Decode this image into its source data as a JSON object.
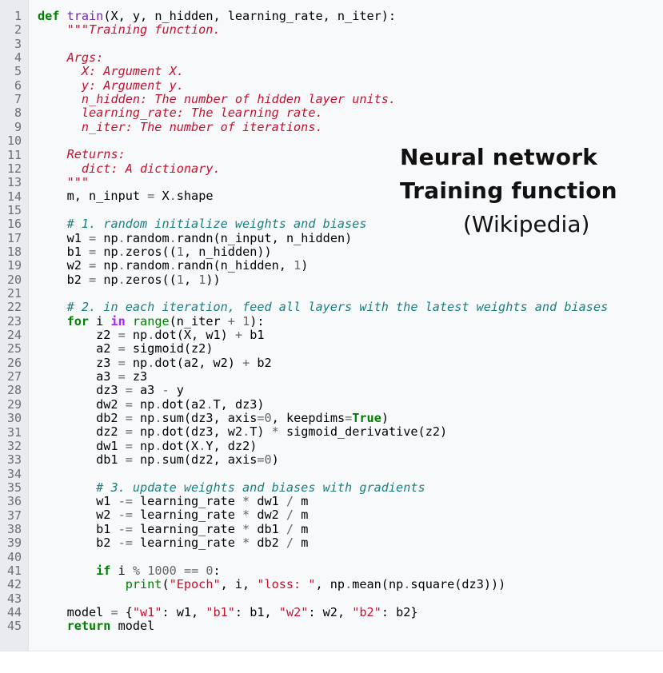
{
  "title": {
    "line1": "Neural network",
    "line2": "Training function",
    "source": "(Wikipedia)"
  },
  "code": {
    "language": "python",
    "line_count": 45,
    "lines": [
      [
        [
          "kw",
          "def"
        ],
        [
          "t",
          " "
        ],
        [
          "fn",
          "train"
        ],
        [
          "t",
          "(X, y, n_hidden, learning_rate, n_iter):"
        ]
      ],
      [
        [
          "t",
          "    "
        ],
        [
          "doc",
          "\"\"\"Training function."
        ]
      ],
      [],
      [
        [
          "t",
          "    "
        ],
        [
          "doc",
          "Args:"
        ]
      ],
      [
        [
          "t",
          "      "
        ],
        [
          "doc",
          "X: Argument X."
        ]
      ],
      [
        [
          "t",
          "      "
        ],
        [
          "doc",
          "y: Argument y."
        ]
      ],
      [
        [
          "t",
          "      "
        ],
        [
          "doc",
          "n_hidden: The number of hidden layer units."
        ]
      ],
      [
        [
          "t",
          "      "
        ],
        [
          "doc",
          "learning_rate: The learning rate."
        ]
      ],
      [
        [
          "t",
          "      "
        ],
        [
          "doc",
          "n_iter: The number of iterations."
        ]
      ],
      [],
      [
        [
          "t",
          "    "
        ],
        [
          "doc",
          "Returns:"
        ]
      ],
      [
        [
          "t",
          "      "
        ],
        [
          "doc",
          "dict: A dictionary."
        ]
      ],
      [
        [
          "t",
          "    "
        ],
        [
          "doc",
          "\"\"\""
        ]
      ],
      [
        [
          "t",
          "    m, n_input "
        ],
        [
          "op",
          "="
        ],
        [
          "t",
          " X"
        ],
        [
          "op",
          "."
        ],
        [
          "t",
          "shape"
        ]
      ],
      [],
      [
        [
          "t",
          "    "
        ],
        [
          "comment",
          "# 1. random initialize weights and biases"
        ]
      ],
      [
        [
          "t",
          "    w1 "
        ],
        [
          "op",
          "="
        ],
        [
          "t",
          " np"
        ],
        [
          "op",
          "."
        ],
        [
          "t",
          "random"
        ],
        [
          "op",
          "."
        ],
        [
          "t",
          "randn(n_input, n_hidden)"
        ]
      ],
      [
        [
          "t",
          "    b1 "
        ],
        [
          "op",
          "="
        ],
        [
          "t",
          " np"
        ],
        [
          "op",
          "."
        ],
        [
          "t",
          "zeros(("
        ],
        [
          "num",
          "1"
        ],
        [
          "t",
          ", n_hidden))"
        ]
      ],
      [
        [
          "t",
          "    w2 "
        ],
        [
          "op",
          "="
        ],
        [
          "t",
          " np"
        ],
        [
          "op",
          "."
        ],
        [
          "t",
          "random"
        ],
        [
          "op",
          "."
        ],
        [
          "t",
          "randn(n_hidden, "
        ],
        [
          "num",
          "1"
        ],
        [
          "t",
          ")"
        ]
      ],
      [
        [
          "t",
          "    b2 "
        ],
        [
          "op",
          "="
        ],
        [
          "t",
          " np"
        ],
        [
          "op",
          "."
        ],
        [
          "t",
          "zeros(("
        ],
        [
          "num",
          "1"
        ],
        [
          "t",
          ", "
        ],
        [
          "num",
          "1"
        ],
        [
          "t",
          "))"
        ]
      ],
      [],
      [
        [
          "t",
          "    "
        ],
        [
          "comment",
          "# 2. in each iteration, feed all layers with the latest weights and biases"
        ]
      ],
      [
        [
          "t",
          "    "
        ],
        [
          "kw",
          "for"
        ],
        [
          "t",
          " i "
        ],
        [
          "kw-in",
          "in"
        ],
        [
          "t",
          " "
        ],
        [
          "builtin",
          "range"
        ],
        [
          "t",
          "(n_iter "
        ],
        [
          "op",
          "+"
        ],
        [
          "t",
          " "
        ],
        [
          "num",
          "1"
        ],
        [
          "t",
          "):"
        ]
      ],
      [
        [
          "t",
          "        z2 "
        ],
        [
          "op",
          "="
        ],
        [
          "t",
          " np"
        ],
        [
          "op",
          "."
        ],
        [
          "t",
          "dot(X, w1) "
        ],
        [
          "op",
          "+"
        ],
        [
          "t",
          " b1"
        ]
      ],
      [
        [
          "t",
          "        a2 "
        ],
        [
          "op",
          "="
        ],
        [
          "t",
          " sigmoid(z2)"
        ]
      ],
      [
        [
          "t",
          "        z3 "
        ],
        [
          "op",
          "="
        ],
        [
          "t",
          " np"
        ],
        [
          "op",
          "."
        ],
        [
          "t",
          "dot(a2, w2) "
        ],
        [
          "op",
          "+"
        ],
        [
          "t",
          " b2"
        ]
      ],
      [
        [
          "t",
          "        a3 "
        ],
        [
          "op",
          "="
        ],
        [
          "t",
          " z3"
        ]
      ],
      [
        [
          "t",
          "        dz3 "
        ],
        [
          "op",
          "="
        ],
        [
          "t",
          " a3 "
        ],
        [
          "op",
          "-"
        ],
        [
          "t",
          " y"
        ]
      ],
      [
        [
          "t",
          "        dw2 "
        ],
        [
          "op",
          "="
        ],
        [
          "t",
          " np"
        ],
        [
          "op",
          "."
        ],
        [
          "t",
          "dot(a2"
        ],
        [
          "op",
          "."
        ],
        [
          "t",
          "T, dz3)"
        ]
      ],
      [
        [
          "t",
          "        db2 "
        ],
        [
          "op",
          "="
        ],
        [
          "t",
          " np"
        ],
        [
          "op",
          "."
        ],
        [
          "t",
          "sum(dz3, axis"
        ],
        [
          "op",
          "="
        ],
        [
          "num",
          "0"
        ],
        [
          "t",
          ", keepdims"
        ],
        [
          "op",
          "="
        ],
        [
          "kw",
          "True"
        ],
        [
          "t",
          ")"
        ]
      ],
      [
        [
          "t",
          "        dz2 "
        ],
        [
          "op",
          "="
        ],
        [
          "t",
          " np"
        ],
        [
          "op",
          "."
        ],
        [
          "t",
          "dot(dz3, w2"
        ],
        [
          "op",
          "."
        ],
        [
          "t",
          "T) "
        ],
        [
          "op",
          "*"
        ],
        [
          "t",
          " sigmoid_derivative(z2)"
        ]
      ],
      [
        [
          "t",
          "        dw1 "
        ],
        [
          "op",
          "="
        ],
        [
          "t",
          " np"
        ],
        [
          "op",
          "."
        ],
        [
          "t",
          "dot(X"
        ],
        [
          "op",
          "."
        ],
        [
          "t",
          "Y, dz2)"
        ]
      ],
      [
        [
          "t",
          "        db1 "
        ],
        [
          "op",
          "="
        ],
        [
          "t",
          " np"
        ],
        [
          "op",
          "."
        ],
        [
          "t",
          "sum(dz2, axis"
        ],
        [
          "op",
          "="
        ],
        [
          "num",
          "0"
        ],
        [
          "t",
          ")"
        ]
      ],
      [],
      [
        [
          "t",
          "        "
        ],
        [
          "comment",
          "# 3. update weights and biases with gradients"
        ]
      ],
      [
        [
          "t",
          "        w1 "
        ],
        [
          "op",
          "-="
        ],
        [
          "t",
          " learning_rate "
        ],
        [
          "op",
          "*"
        ],
        [
          "t",
          " dw1 "
        ],
        [
          "op",
          "/"
        ],
        [
          "t",
          " m"
        ]
      ],
      [
        [
          "t",
          "        w2 "
        ],
        [
          "op",
          "-="
        ],
        [
          "t",
          " learning_rate "
        ],
        [
          "op",
          "*"
        ],
        [
          "t",
          " dw2 "
        ],
        [
          "op",
          "/"
        ],
        [
          "t",
          " m"
        ]
      ],
      [
        [
          "t",
          "        b1 "
        ],
        [
          "op",
          "-="
        ],
        [
          "t",
          " learning_rate "
        ],
        [
          "op",
          "*"
        ],
        [
          "t",
          " db1 "
        ],
        [
          "op",
          "/"
        ],
        [
          "t",
          " m"
        ]
      ],
      [
        [
          "t",
          "        b2 "
        ],
        [
          "op",
          "-="
        ],
        [
          "t",
          " learning_rate "
        ],
        [
          "op",
          "*"
        ],
        [
          "t",
          " db2 "
        ],
        [
          "op",
          "/"
        ],
        [
          "t",
          " m"
        ]
      ],
      [],
      [
        [
          "t",
          "        "
        ],
        [
          "kw",
          "if"
        ],
        [
          "t",
          " i "
        ],
        [
          "op",
          "%"
        ],
        [
          "t",
          " "
        ],
        [
          "num",
          "1000"
        ],
        [
          "t",
          " "
        ],
        [
          "op",
          "=="
        ],
        [
          "t",
          " "
        ],
        [
          "num",
          "0"
        ],
        [
          "t",
          ":"
        ]
      ],
      [
        [
          "t",
          "            "
        ],
        [
          "builtin",
          "print"
        ],
        [
          "t",
          "("
        ],
        [
          "str",
          "\"Epoch\""
        ],
        [
          "t",
          ", i, "
        ],
        [
          "str",
          "\"loss: \""
        ],
        [
          "t",
          ", np"
        ],
        [
          "op",
          "."
        ],
        [
          "t",
          "mean(np"
        ],
        [
          "op",
          "."
        ],
        [
          "t",
          "square(dz3)))"
        ]
      ],
      [],
      [
        [
          "t",
          "    model "
        ],
        [
          "op",
          "="
        ],
        [
          "t",
          " {"
        ],
        [
          "str",
          "\"w1\""
        ],
        [
          "t",
          ": w1, "
        ],
        [
          "str",
          "\"b1\""
        ],
        [
          "t",
          ": b1, "
        ],
        [
          "str",
          "\"w2\""
        ],
        [
          "t",
          ": w2, "
        ],
        [
          "str",
          "\"b2\""
        ],
        [
          "t",
          ": b2}"
        ]
      ],
      [
        [
          "t",
          "    "
        ],
        [
          "kw",
          "return"
        ],
        [
          "t",
          " model"
        ]
      ]
    ]
  },
  "colors": {
    "keyword": "#008000",
    "in_keyword": "#aa22ff",
    "function_name": "#7a22c8",
    "docstring": "#c8102e",
    "comment": "#1a7f7f",
    "string": "#c8102e",
    "background": "#f8f9fb",
    "gutter": "#eaebef"
  }
}
